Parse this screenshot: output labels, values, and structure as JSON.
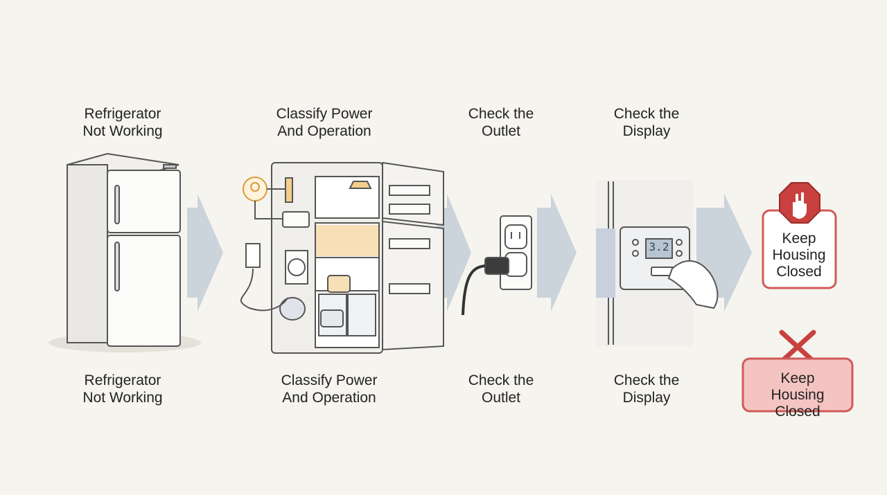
{
  "colors": {
    "background": "#f6f4ee",
    "line": "#5a5a5a",
    "arrow": "#b9c3cf",
    "accent_orange": "#e9b368",
    "stop_red": "#c8413f",
    "warn_fill": "#f4c4c2",
    "warn_border": "#cf5a57"
  },
  "steps": [
    {
      "top": [
        "Refrigerator",
        "Not Working"
      ],
      "bottom": [
        "Refrigerator",
        "Not Working"
      ],
      "icon": "refrigerator-closed-icon"
    },
    {
      "top": [
        "Classify Power",
        "And Operation"
      ],
      "bottom": [
        "Classify Power",
        "And Operation"
      ],
      "icon": "refrigerator-open-icon"
    },
    {
      "top": [
        "Check the",
        "Outlet"
      ],
      "bottom": [
        "Check the",
        "Outlet"
      ],
      "icon": "wall-outlet-plug-icon"
    },
    {
      "top": [
        "Check the",
        "Display"
      ],
      "bottom": [
        "Check the",
        "Display"
      ],
      "icon": "control-display-icon"
    }
  ],
  "final": {
    "stop_sign": [
      "Keep",
      "Housing",
      "Closed"
    ],
    "warning_box": [
      "Keep Housing",
      "Closed"
    ],
    "stop_icon": "stop-hand-icon",
    "cross_icon": "red-x-icon"
  },
  "display_readout": "3.2"
}
